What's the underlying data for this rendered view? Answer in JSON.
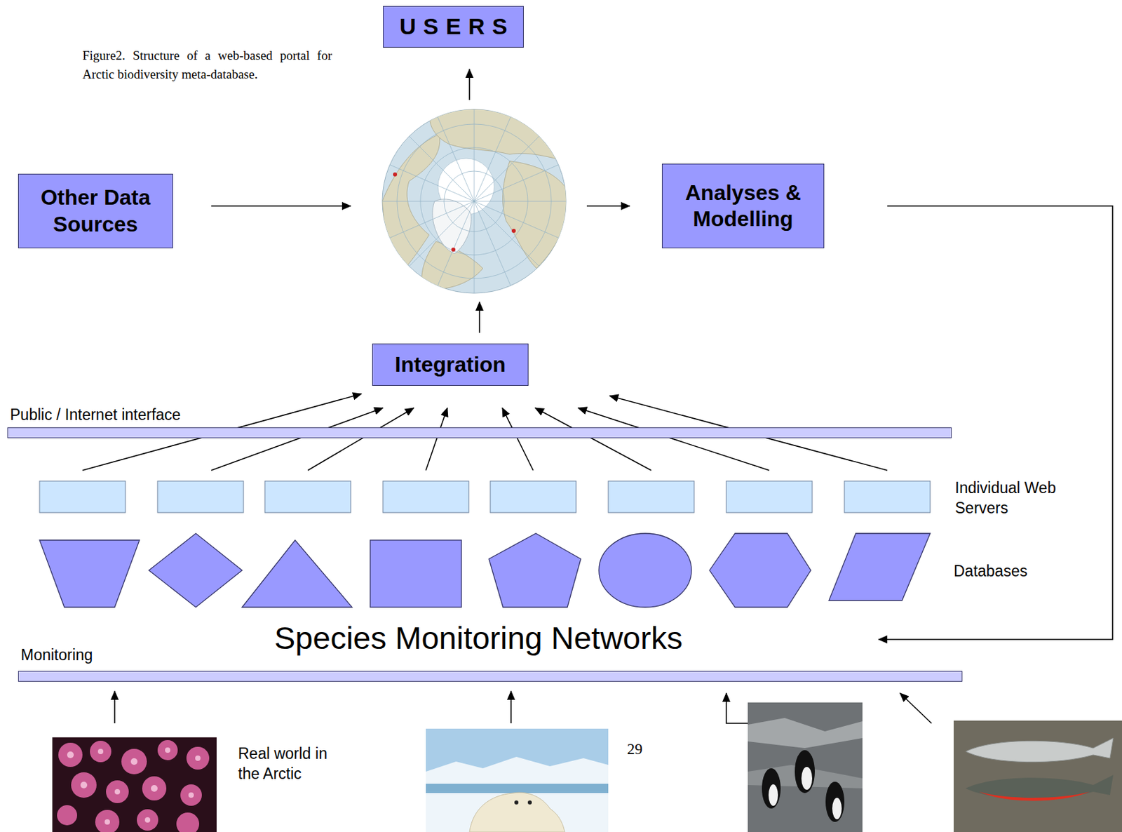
{
  "diagram": {
    "caption": "Figure2. Structure of a web-based portal for Arctic biodiversity meta-database.",
    "nodes": [
      {
        "text": [
          "USERS"
        ]
      },
      {
        "text": [
          "Other Data Sources"
        ]
      },
      {
        "text": [
          "Analyses & Modelling"
        ]
      },
      {
        "text": [
          "Integration"
        ]
      },
      {
        "text": [
          "Public / Internet interface"
        ]
      },
      {
        "text": [
          "Monitoring"
        ]
      }
    ],
    "labels": [
      "Individual Web Servers",
      "Databases",
      "Species Monitoring Networks",
      "Real world in the Arctic",
      "29"
    ]
  }
}
